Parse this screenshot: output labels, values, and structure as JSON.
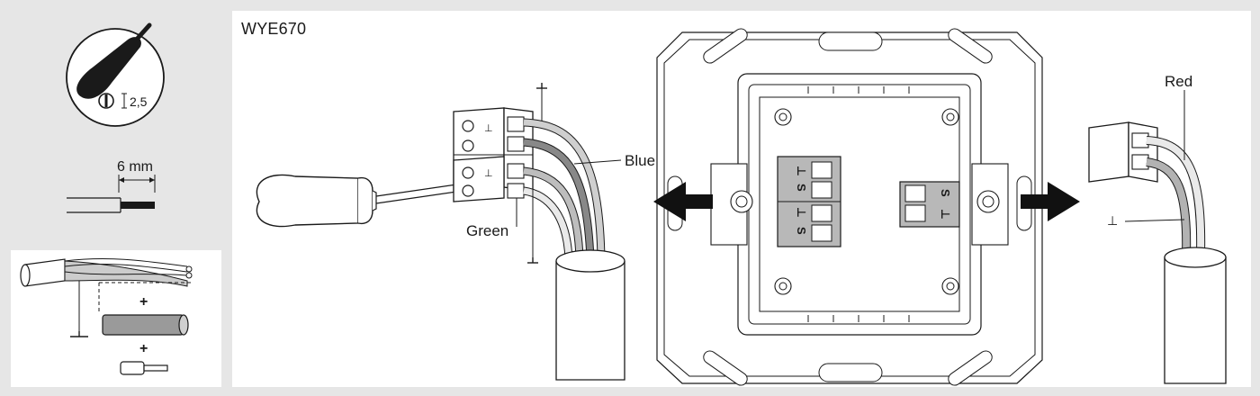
{
  "model": "WYE670",
  "screwdriver": {
    "blade_size": "2,5"
  },
  "strip": {
    "length": "6 mm"
  },
  "wires": {
    "red": "Red",
    "blue": "Blue",
    "green": "Green"
  },
  "assembly": {
    "plus_1": "+",
    "plus_2": "+"
  },
  "terminal_symbols": {
    "ground": "⊥",
    "signal": "S"
  },
  "colors": {
    "page_bg": "#e6e6e6",
    "panel_bg": "#ffffff",
    "line": "#1a1a1a",
    "terminal_fill": "#b8b8b8",
    "arrow": "#111111"
  }
}
